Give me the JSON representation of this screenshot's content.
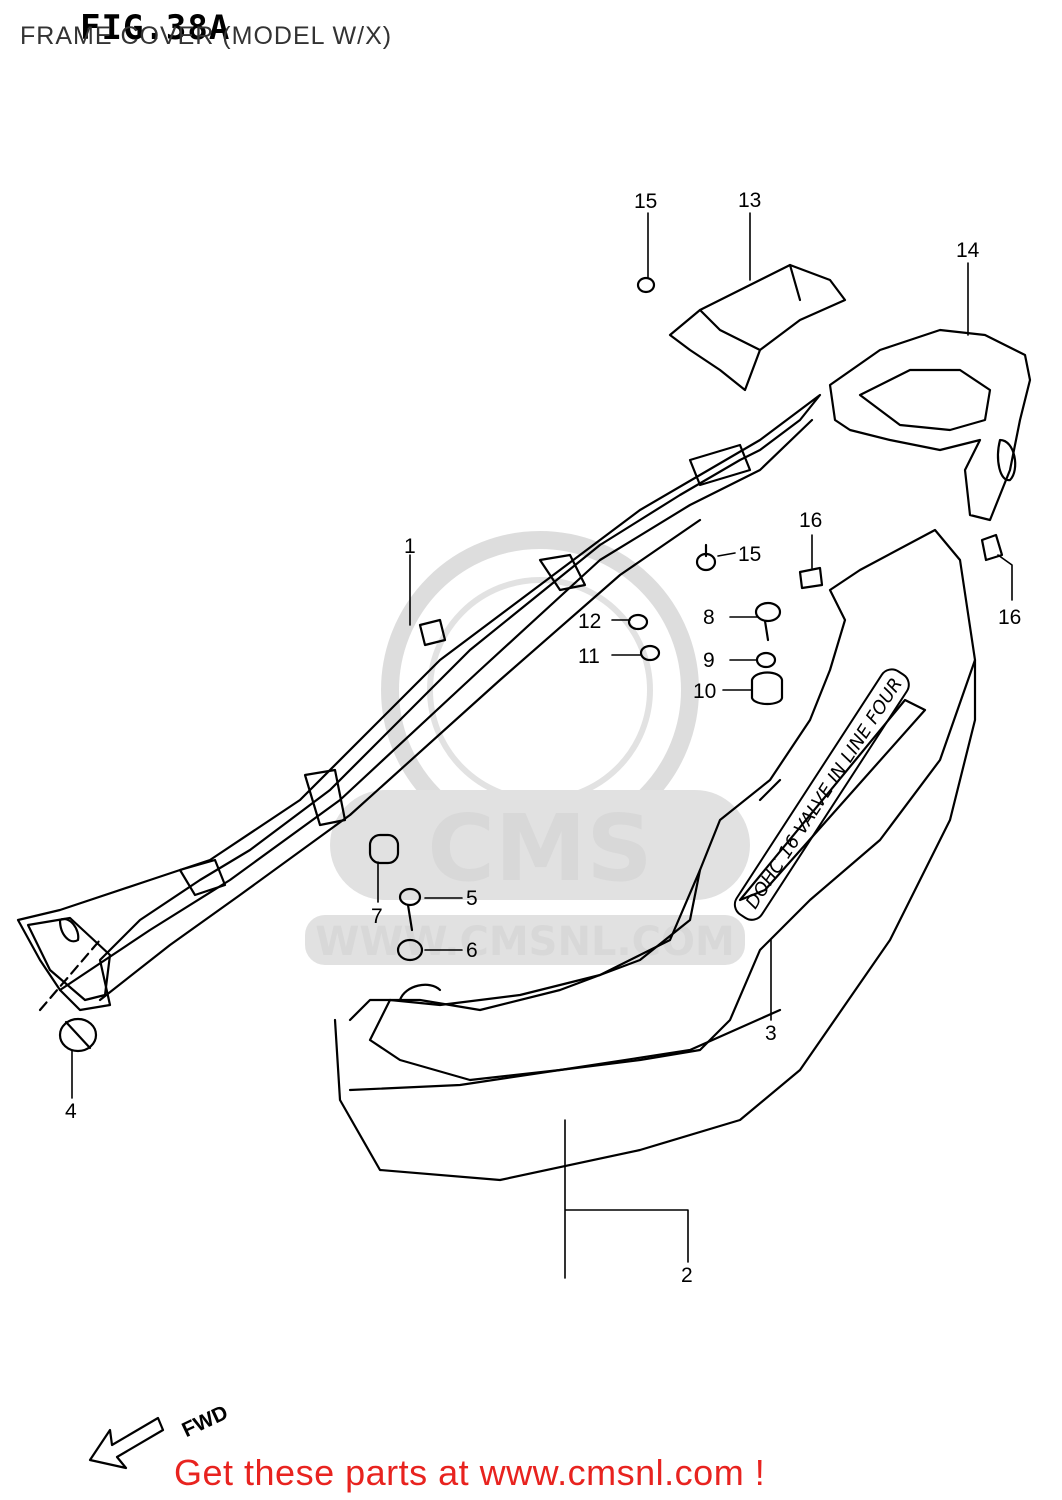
{
  "figure": {
    "id": "FIG.38A",
    "title": "FRAME COVER (MODEL W/X)"
  },
  "watermark": {
    "brand": "CMS",
    "url": "WWW.CMSNL.COM"
  },
  "parts": {
    "1": "1",
    "2": "2",
    "3": "3",
    "4": "4",
    "5": "5",
    "6": "6",
    "7": "7",
    "8": "8",
    "9": "9",
    "10": "10",
    "11": "11",
    "12": "12",
    "13": "13",
    "14": "14",
    "15a": "15",
    "15b": "15",
    "16a": "16",
    "16b": "16"
  },
  "decal_text": "DOHC 16 VALVE IN LINE FOUR",
  "direction_label": "FWD",
  "footer": {
    "link_text": "Get these parts at www.cmsnl.com !"
  },
  "colors": {
    "link": "#e8231f",
    "line": "#000000",
    "watermark": "#d2d2d2"
  }
}
